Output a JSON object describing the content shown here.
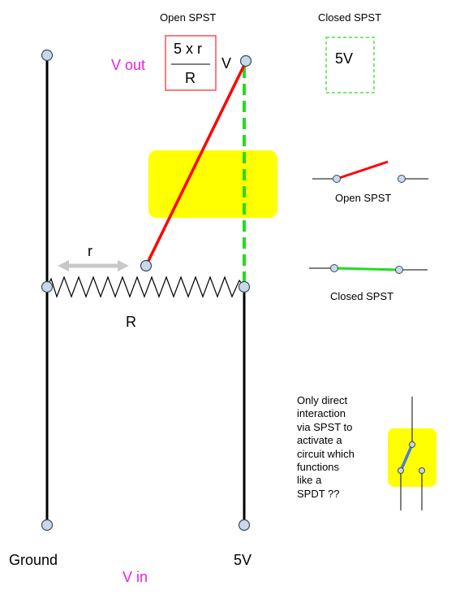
{
  "labels": {
    "open_spst_top": "Open SPST",
    "closed_spst_top": "Closed SPST",
    "v_out": "V out",
    "formula_numerator": "5 x r",
    "formula_denominator": "R",
    "formula_unit": "V",
    "closed_value": "5V",
    "r_small": "r",
    "r_large": "R",
    "open_spst_legend": "Open SPST",
    "closed_spst_legend": "Closed SPST",
    "ground": "Ground",
    "five_v": "5V",
    "v_in": "V in"
  },
  "note_lines": [
    "Only direct",
    "interaction",
    "via SPST to",
    "activate a",
    "circuit which",
    "functions",
    "like a",
    "SPDT ??"
  ],
  "colors": {
    "wire": "#000000",
    "open_switch": "#ff0000",
    "closed_switch": "#22dd22",
    "highlight": "#ffff00",
    "terminal_fill": "#c8d8ea",
    "terminal_stroke": "#3a4a5a",
    "arrow": "#c8c8c8",
    "magenta_text": "#e81ee0",
    "formula_box": "#ff3333",
    "spdt_blade": "#4a7fd4"
  }
}
